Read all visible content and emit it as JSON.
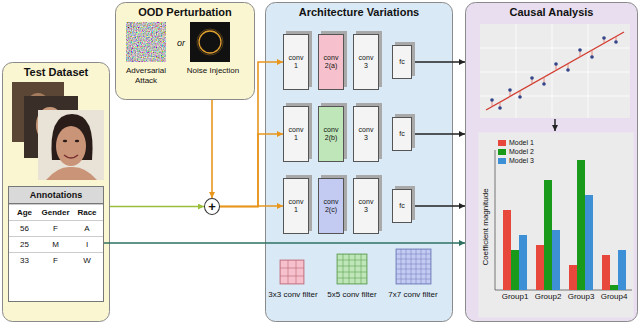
{
  "diagram": {
    "nodes": [
      {
        "text": [
          "Test Dataset"
        ]
      },
      {
        "text": [
          "Annotations"
        ],
        "in": 0
      },
      {
        "text": [
          "OOD Perturbation"
        ]
      },
      {
        "text": [
          "+"
        ]
      },
      {
        "text": [
          "Architecture Variations"
        ]
      },
      {
        "text": [
          "conv 1"
        ],
        "in": 4
      },
      {
        "text": [
          "conv 2(a)"
        ],
        "in": 4
      },
      {
        "text": [
          "conv 3"
        ],
        "in": 4
      },
      {
        "text": [
          "fc"
        ],
        "in": 4
      },
      {
        "text": [
          "conv 1"
        ],
        "in": 4
      },
      {
        "text": [
          "conv 2(b)"
        ],
        "in": 4
      },
      {
        "text": [
          "conv 3"
        ],
        "in": 4
      },
      {
        "text": [
          "fc"
        ],
        "in": 4
      },
      {
        "text": [
          "conv 1"
        ],
        "in": 4
      },
      {
        "text": [
          "conv 2(c)"
        ],
        "in": 4
      },
      {
        "text": [
          "conv 3"
        ],
        "in": 4
      },
      {
        "text": [
          "fc"
        ],
        "in": 4
      },
      {
        "text": [
          "Causal Analysis"
        ]
      },
      {
        "text": [
          "Coefficient magnitude"
        ],
        "in": 17
      }
    ],
    "edges": [
      {
        "from": 0,
        "to": 3,
        "arrow": "to"
      },
      {
        "from": 2,
        "to": 3,
        "arrow": "to"
      },
      {
        "from": 3,
        "to": 5,
        "arrow": "to"
      },
      {
        "from": 3,
        "to": 9,
        "arrow": "to"
      },
      {
        "from": 3,
        "to": 13,
        "arrow": "to"
      },
      {
        "from": 8,
        "to": 17,
        "arrow": "to"
      },
      {
        "from": 12,
        "to": 17,
        "arrow": "to"
      },
      {
        "from": 16,
        "to": 17,
        "arrow": "to"
      },
      {
        "from": 1,
        "to": 17,
        "arrow": "to"
      }
    ],
    "labels": [
      "Age",
      "Gender",
      "Race",
      "56",
      "F",
      "A",
      "25",
      "M",
      "I",
      "33",
      "F",
      "W",
      "Adversarial Attack",
      "or",
      "Noise Injection",
      "3x3 conv filter",
      "5x5 conv filter",
      "7x7 conv filter",
      "Group1",
      "Group2",
      "Group3",
      "Group4"
    ],
    "legend": [
      {
        "text": "Model 1",
        "color": "#e8473c"
      },
      {
        "text": "Model 2",
        "color": "#1a9a1a"
      },
      {
        "text": "Model 3",
        "color": "#3d8fd6"
      }
    ]
  }
}
